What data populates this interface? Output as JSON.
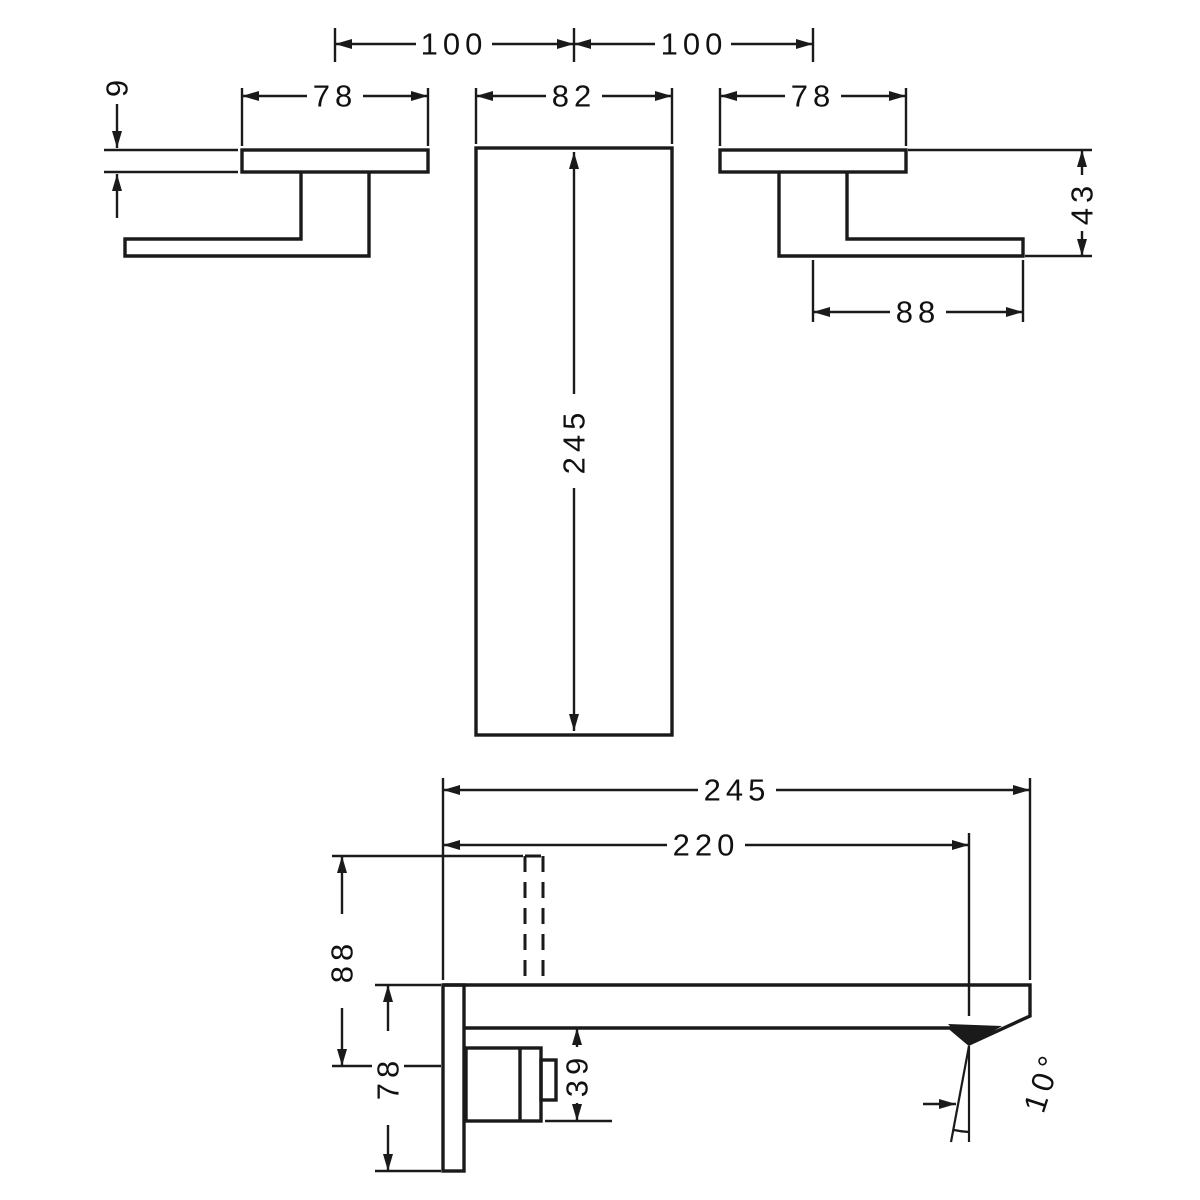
{
  "front_view": {
    "spacing_left": "100",
    "spacing_right": "100",
    "left_plate_width": "78",
    "spout_plate_width": "82",
    "right_plate_width": "78",
    "plate_thickness": "9",
    "spout_plate_height": "245",
    "handle_height": "43",
    "handle_projection": "88"
  },
  "side_view": {
    "spout_projection": "245",
    "outlet_projection": "220",
    "upper_height": "88",
    "plate_height": "78",
    "valve_depth": "39",
    "spray_angle": "10°"
  },
  "colors": {
    "line": "#1a1a1a",
    "background": "#ffffff"
  }
}
